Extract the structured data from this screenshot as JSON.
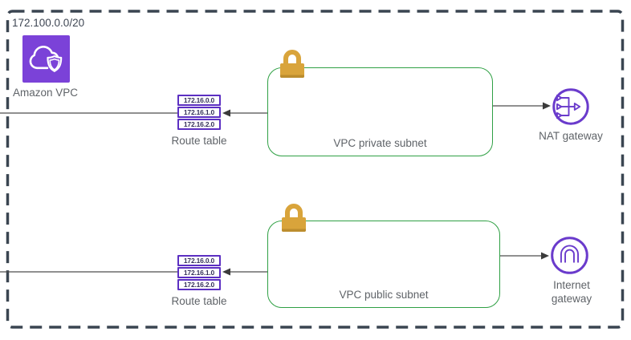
{
  "diagram": {
    "vpc": {
      "cidr": "172.100.0.0/20",
      "label": "Amazon VPC",
      "icon": "amazon-vpc-icon"
    },
    "private_tier": {
      "subnet_label": "VPC private subnet",
      "lock_icon": "lock-icon",
      "route_table": {
        "label": "Route table",
        "routes": [
          "172.16.0.0",
          "172.16.1.0",
          "172.16.2.0"
        ]
      },
      "gateway": {
        "label": "NAT gateway",
        "icon": "nat-gateway-icon"
      }
    },
    "public_tier": {
      "subnet_label": "VPC public subnet",
      "lock_icon": "lock-icon",
      "route_table": {
        "label": "Route table",
        "routes": [
          "172.16.0.0",
          "172.16.1.0",
          "172.16.2.0"
        ]
      },
      "gateway": {
        "label": "Internet gateway",
        "icon": "internet-gateway-icon"
      }
    },
    "colors": {
      "vpc_border": "#3A4551",
      "subnet_border": "#2FA044",
      "gateway_purple": "#6A3BCC",
      "vpc_icon_purple": "#7B42D8",
      "lock_gold": "#D9A43B",
      "route_box_border": "#5C2FC2",
      "label_gray": "#5F6368",
      "connector_line": "#4D4D4D"
    }
  }
}
